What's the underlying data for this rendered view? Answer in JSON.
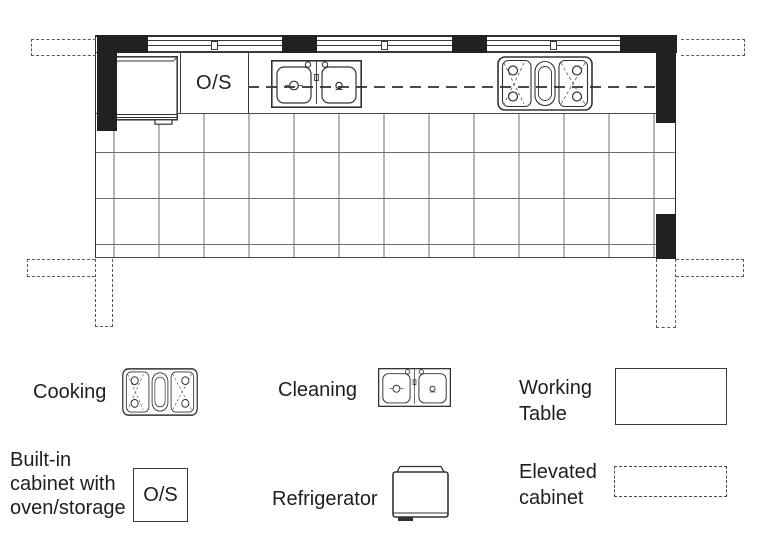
{
  "plan": {
    "name": "kitchen-floor-plan",
    "os_label": "O/S"
  },
  "legend": {
    "cooking": {
      "label": "Cooking",
      "symbol": "stove-4-burner"
    },
    "cleaning": {
      "label": "Cleaning",
      "symbol": "double-sink"
    },
    "working_table": {
      "label": "Working Table",
      "symbol": "rectangle"
    },
    "built_in_cabinet": {
      "label": "Built-in cabinet with oven/storage",
      "symbol_label": "O/S"
    },
    "refrigerator": {
      "label": "Refrigerator",
      "symbol": "refrigerator"
    },
    "elevated_cabinet": {
      "label": "Elevated cabinet",
      "symbol": "dashed-rectangle"
    }
  },
  "colors": {
    "line": "#3a3a3a",
    "grid_line": "#6e6e6e",
    "column_fill": "#212121",
    "text": "#1f1f1f",
    "background": "#ffffff"
  }
}
